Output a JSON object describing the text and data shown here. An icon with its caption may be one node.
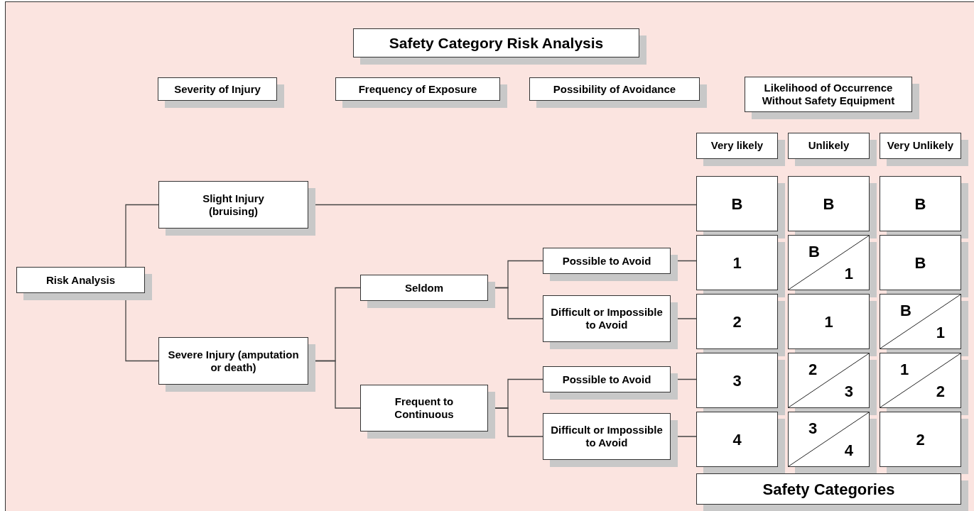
{
  "diagram": {
    "nodes": [
      {
        "text": [
          "Safety Category Risk Analysis"
        ]
      },
      {
        "text": [
          "Severity of Injury"
        ]
      },
      {
        "text": [
          "Frequency of Exposure"
        ]
      },
      {
        "text": [
          "Possibility of Avoidance"
        ]
      },
      {
        "text": [
          "Likelihood of Occurrence Without Safety Equipment"
        ]
      },
      {
        "text": [
          "Very likely"
        ]
      },
      {
        "text": [
          "Unlikely"
        ]
      },
      {
        "text": [
          "Very Unlikely"
        ]
      },
      {
        "text": [
          "Risk Analysis"
        ]
      },
      {
        "text": [
          "Slight Injury (bruising)"
        ]
      },
      {
        "text": [
          "Severe Injury (amputation or death)"
        ]
      },
      {
        "text": [
          "Seldom"
        ]
      },
      {
        "text": [
          "Frequent to Continuous"
        ]
      },
      {
        "text": [
          "Possible to Avoid"
        ]
      },
      {
        "text": [
          "Difficult or Impossible to Avoid"
        ]
      },
      {
        "text": [
          "Possible to Avoid"
        ]
      },
      {
        "text": [
          "Difficult or Impossible to Avoid"
        ]
      },
      {
        "text": [
          "B"
        ]
      },
      {
        "text": [
          "B"
        ]
      },
      {
        "text": [
          "B"
        ]
      },
      {
        "text": [
          "1"
        ]
      },
      {
        "text": [
          "B",
          "1"
        ]
      },
      {
        "text": [
          "B"
        ]
      },
      {
        "text": [
          "2"
        ]
      },
      {
        "text": [
          "1"
        ]
      },
      {
        "text": [
          "B",
          "1"
        ]
      },
      {
        "text": [
          "3"
        ]
      },
      {
        "text": [
          "2",
          "3"
        ]
      },
      {
        "text": [
          "1",
          "2"
        ]
      },
      {
        "text": [
          "4"
        ]
      },
      {
        "text": [
          "3",
          "4"
        ]
      },
      {
        "text": [
          "2"
        ]
      },
      {
        "text": [
          "Safety Categories"
        ]
      }
    ],
    "edges": [
      {
        "from": 8,
        "to": 9,
        "arrow": "none"
      },
      {
        "from": 8,
        "to": 10,
        "arrow": "none"
      },
      {
        "from": 9,
        "to": 17,
        "arrow": "none"
      },
      {
        "from": 10,
        "to": 11,
        "arrow": "none"
      },
      {
        "from": 10,
        "to": 12,
        "arrow": "none"
      },
      {
        "from": 11,
        "to": 13,
        "arrow": "none"
      },
      {
        "from": 11,
        "to": 14,
        "arrow": "none"
      },
      {
        "from": 12,
        "to": 15,
        "arrow": "none"
      },
      {
        "from": 12,
        "to": 16,
        "arrow": "none"
      },
      {
        "from": 13,
        "to": 20,
        "arrow": "none"
      },
      {
        "from": 14,
        "to": 23,
        "arrow": "none"
      },
      {
        "from": 15,
        "to": 26,
        "arrow": "none"
      },
      {
        "from": 16,
        "to": 29,
        "arrow": "none"
      }
    ]
  }
}
